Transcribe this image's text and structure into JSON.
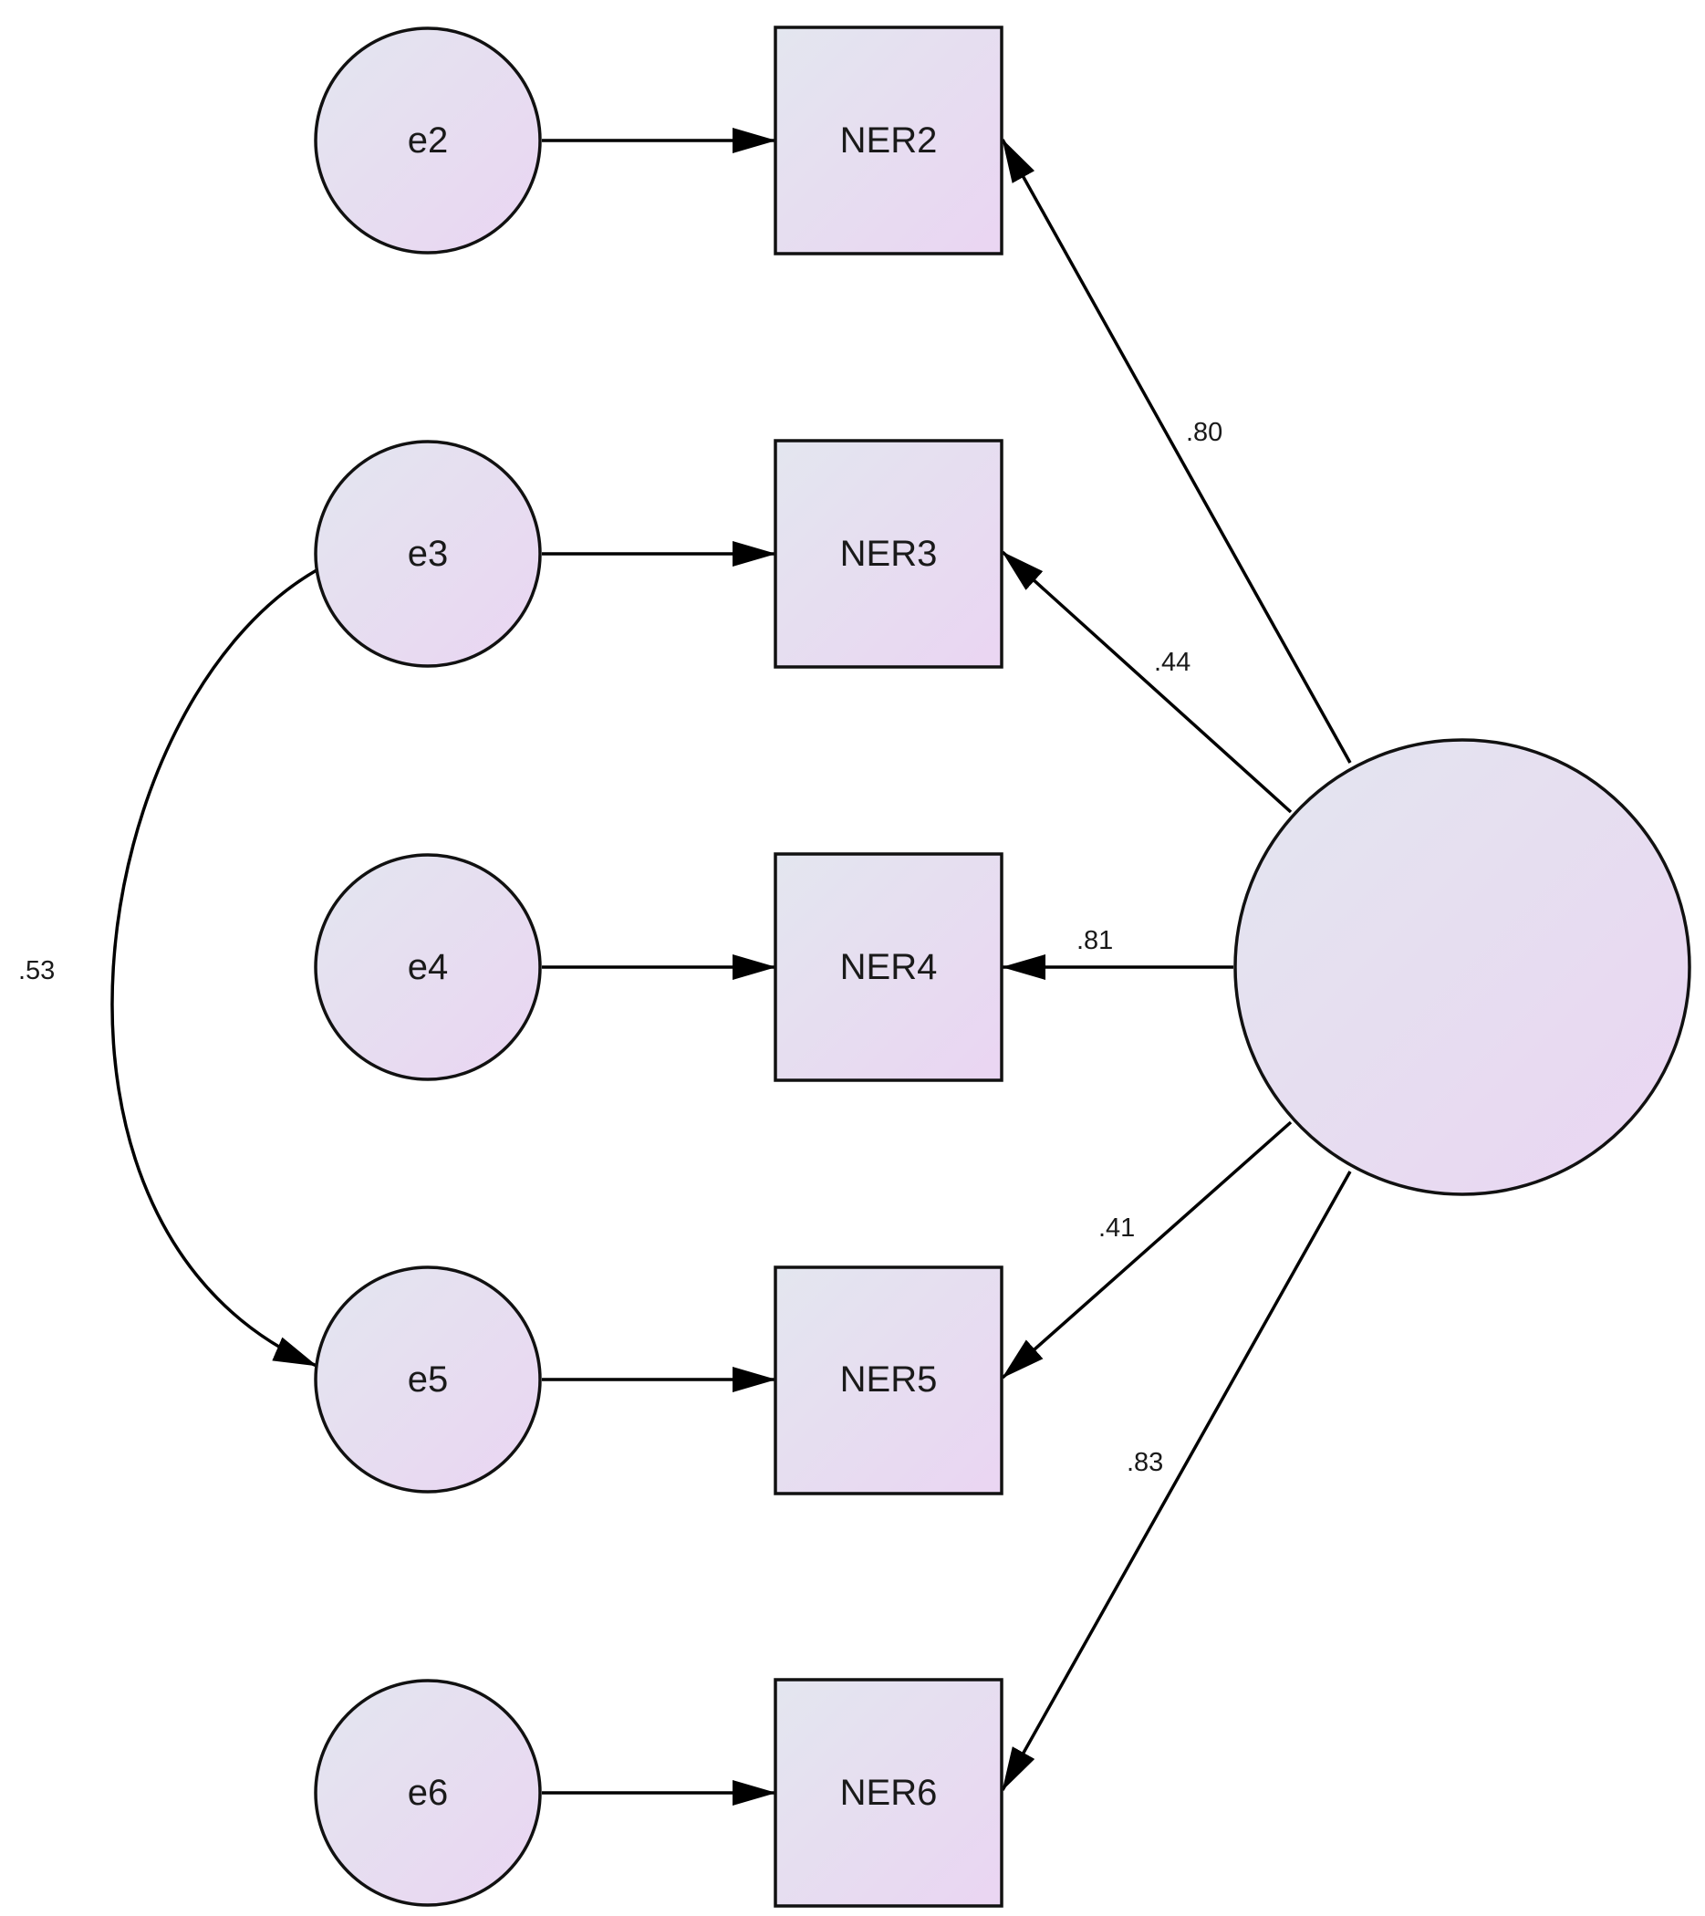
{
  "colors": {
    "fill_start": "#e3e6ef",
    "fill_end": "#ead5f2",
    "stroke": "#111111",
    "edge": "#000000"
  },
  "nodes": [
    {
      "id": "e2",
      "kind": "error",
      "label": "e2"
    },
    {
      "id": "e3",
      "kind": "error",
      "label": "e3"
    },
    {
      "id": "e4",
      "kind": "error",
      "label": "e4"
    },
    {
      "id": "e5",
      "kind": "error",
      "label": "e5"
    },
    {
      "id": "e6",
      "kind": "error",
      "label": "e6"
    },
    {
      "id": "NER2",
      "kind": "observed",
      "label": "NER2"
    },
    {
      "id": "NER3",
      "kind": "observed",
      "label": "NER3"
    },
    {
      "id": "NER4",
      "kind": "observed",
      "label": "NER4"
    },
    {
      "id": "NER5",
      "kind": "observed",
      "label": "NER5"
    },
    {
      "id": "NER6",
      "kind": "observed",
      "label": "NER6"
    },
    {
      "id": "latent",
      "kind": "latent",
      "label": ""
    }
  ],
  "edges": [
    {
      "from": "e2",
      "to": "NER2",
      "label": ""
    },
    {
      "from": "e3",
      "to": "NER3",
      "label": ""
    },
    {
      "from": "e4",
      "to": "NER4",
      "label": ""
    },
    {
      "from": "e5",
      "to": "NER5",
      "label": ""
    },
    {
      "from": "e6",
      "to": "NER6",
      "label": ""
    },
    {
      "from": "latent",
      "to": "NER2",
      "label": ".80"
    },
    {
      "from": "latent",
      "to": "NER3",
      "label": ".44"
    },
    {
      "from": "latent",
      "to": "NER4",
      "label": ".81"
    },
    {
      "from": "latent",
      "to": "NER5",
      "label": ".41"
    },
    {
      "from": "latent",
      "to": "NER6",
      "label": ".83"
    }
  ],
  "covariances": [
    {
      "between": [
        "e3",
        "e5"
      ],
      "label": ".53"
    }
  ]
}
